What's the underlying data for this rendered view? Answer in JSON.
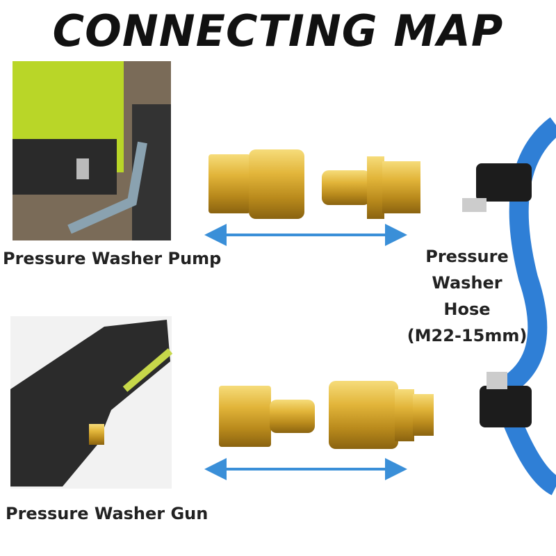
{
  "title": "CONNECTING MAP",
  "labels": {
    "pump": "Pressure Washer Pump",
    "hose_line1": "Pressure",
    "hose_line2": "Washer",
    "hose_line3": "Hose",
    "hose_line4": "(M22-15mm)",
    "gun": "Pressure Washer Gun"
  },
  "colors": {
    "arrow": "#3a8fd8",
    "brass": "#d9a92c",
    "pump_body": "#b9d628",
    "hose": "#2f7fd6"
  }
}
